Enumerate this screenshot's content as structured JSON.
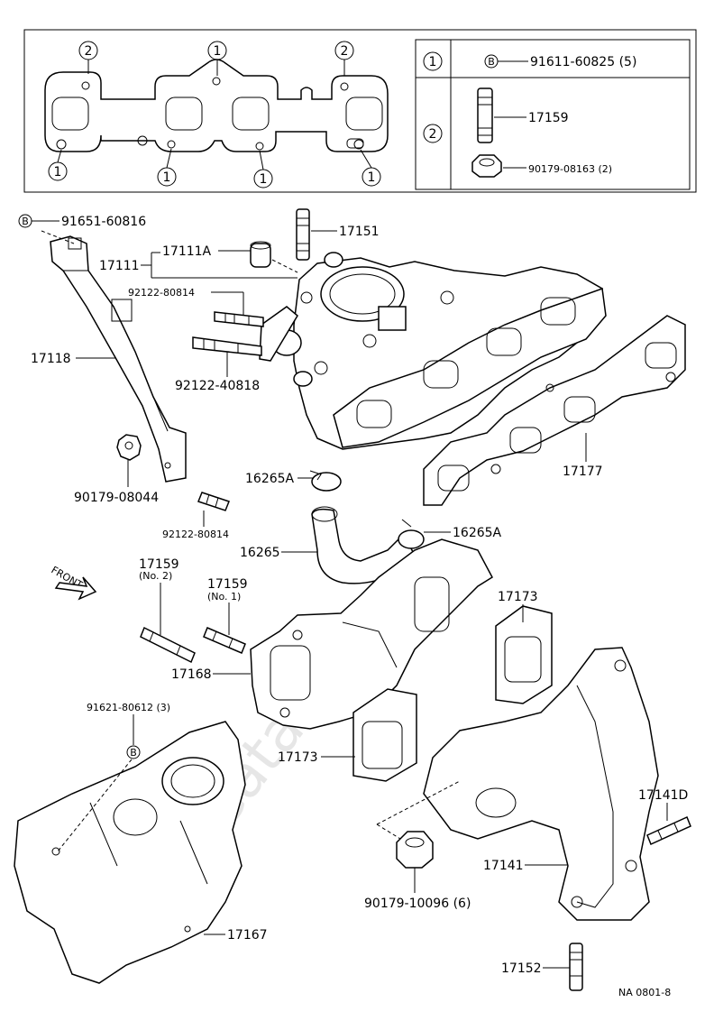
{
  "watermark": "ToyotaCatalog.ru",
  "footer_code": "NA  0801-8",
  "legend": {
    "row1_num": "1",
    "row1_mark": "B",
    "row1_text": "91611-60825 (5)",
    "row2_num": "2",
    "row2_a": "17159",
    "row2_b": "90179-08163 (2)"
  },
  "gasket_marks": {
    "top_left": "2",
    "top_mid": "1",
    "top_right": "2",
    "bot_1": "1",
    "bot_2": "1",
    "bot_3": "1",
    "bot_4": "1"
  },
  "labels": {
    "l_91651": "91651-60816",
    "b_mark_1": "B",
    "l_17151": "17151",
    "l_17111A": "17111A",
    "l_17111": "17111",
    "l_92122_80814a": "92122-80814",
    "l_17118": "17118",
    "l_92122_40818": "92122-40818",
    "l_16265A_1": "16265A",
    "l_16265A_2": "16265A",
    "l_16265": "16265",
    "l_17177": "17177",
    "l_90179_08044": "90179-08044",
    "l_92122_80814b": "92122-80814",
    "l_17159_a": "17159",
    "l_17159_a_sub": "(No. 2)",
    "l_17159_b": "17159",
    "l_17159_b_sub": "(No. 1)",
    "l_front": "FRONT",
    "l_17168": "17168",
    "l_17173_a": "17173",
    "l_17173_b": "17173",
    "l_91621": "91621-80612 (3)",
    "b_mark_2": "B",
    "l_17141D": "17141D",
    "l_17141": "17141",
    "l_90179_10096": "90179-10096 (6)",
    "l_17167": "17167",
    "l_17152": "17152"
  }
}
